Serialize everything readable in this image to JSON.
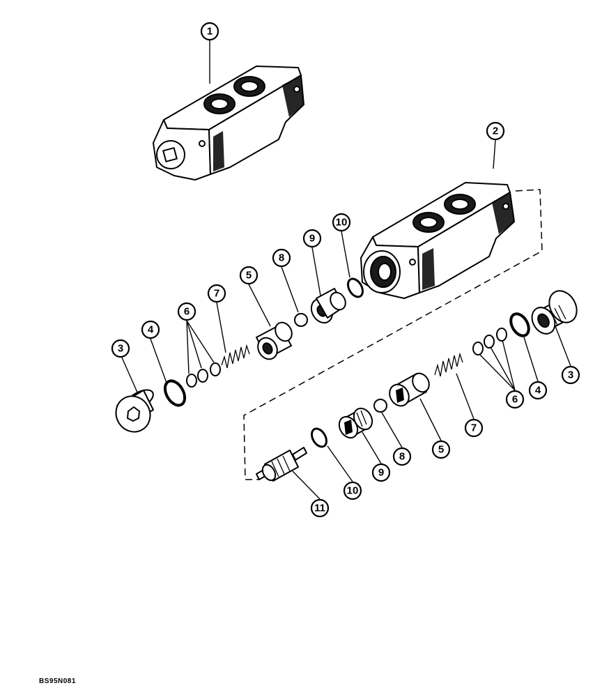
{
  "callouts": [
    {
      "id": "c1",
      "label": "1"
    },
    {
      "id": "c2",
      "label": "2"
    },
    {
      "id": "c3a",
      "label": "3"
    },
    {
      "id": "c4a",
      "label": "4"
    },
    {
      "id": "c6a",
      "label": "6"
    },
    {
      "id": "c7a",
      "label": "7"
    },
    {
      "id": "c5a",
      "label": "5"
    },
    {
      "id": "c8a",
      "label": "8"
    },
    {
      "id": "c9a",
      "label": "9"
    },
    {
      "id": "c10a",
      "label": "10"
    },
    {
      "id": "c3b",
      "label": "3"
    },
    {
      "id": "c4b",
      "label": "4"
    },
    {
      "id": "c6b",
      "label": "6"
    },
    {
      "id": "c7b",
      "label": "7"
    },
    {
      "id": "c5b",
      "label": "5"
    },
    {
      "id": "c8b",
      "label": "8"
    },
    {
      "id": "c9b",
      "label": "9"
    },
    {
      "id": "c10b",
      "label": "10"
    },
    {
      "id": "c11",
      "label": "11"
    }
  ],
  "reference_code": "BS95N081"
}
